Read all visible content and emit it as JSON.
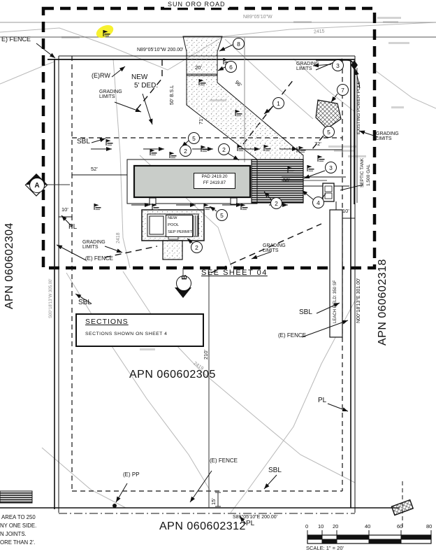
{
  "road": {
    "name": "SUN ORO ROAD",
    "bearing_faint": "N89°05'10\"W"
  },
  "bearings": {
    "north": "N89°05'10\"W  200.00'",
    "south": "S89°05'10\"E  200.00'",
    "east": "N00°18'13\"E  301.00'",
    "west": "S00°18'13\"W  305.00'"
  },
  "apn": {
    "west": "APN 060602304",
    "east": "APN 060602318",
    "center": "APN 060602305",
    "south": "APN 060602312"
  },
  "labels": {
    "e_fence": "(E) FENCE",
    "e_fence_cut": "E) FENCE",
    "e_rw": "(E)RW",
    "new_ded_1": "NEW",
    "new_ded_2": "5' DED.",
    "grading_limits": "GRADING LIMITS",
    "sbl": "SBL",
    "pl": "PL",
    "e_pp": "(E) PP",
    "see_sheet": "SEE SHEET 04",
    "power_pole": "EXISTING POWER POLE",
    "septic_1": "SEPTIC TANK",
    "septic_2": "1,500 GAL",
    "leach": "LEACH FIELD: 350 SF",
    "bsl": "50' B.S.L"
  },
  "pad": {
    "line1": "PAD 2419.20",
    "line2": "FF 2419.87"
  },
  "pool": {
    "line1": "NEW",
    "line2": "POOL",
    "line3": "SEP PERMIT"
  },
  "sections_box": {
    "title": "SECTIONS",
    "note": "SECTIONS SHOWN ON SHEET 4"
  },
  "section_markers": {
    "a": "A",
    "b": "B"
  },
  "keynotes": {
    "k1": "1",
    "k2": "2",
    "k3": "3",
    "k4": "4",
    "k5": "5",
    "k6": "6",
    "k7": "7",
    "k8": "8"
  },
  "dims": {
    "d20": "20'",
    "d52": "52'",
    "d50": "50'",
    "d71": "71'",
    "d72": "72'",
    "d96": "96'",
    "d10": "10'",
    "d15": "15'",
    "d210": "210'"
  },
  "contours": {
    "c2415": "2415",
    "c2418": "2418",
    "c2419": "2419"
  },
  "scale": {
    "ticks": [
      "0",
      "10",
      "20",
      "40",
      "60",
      "80"
    ],
    "label": "SCALE: 1\" = 20'"
  },
  "corner_note": {
    "l1": "AREA TO 250",
    "l2": "NY ONE SIDE.",
    "l3": "N JOINTS.",
    "l4": "ORE THAN 2'."
  }
}
